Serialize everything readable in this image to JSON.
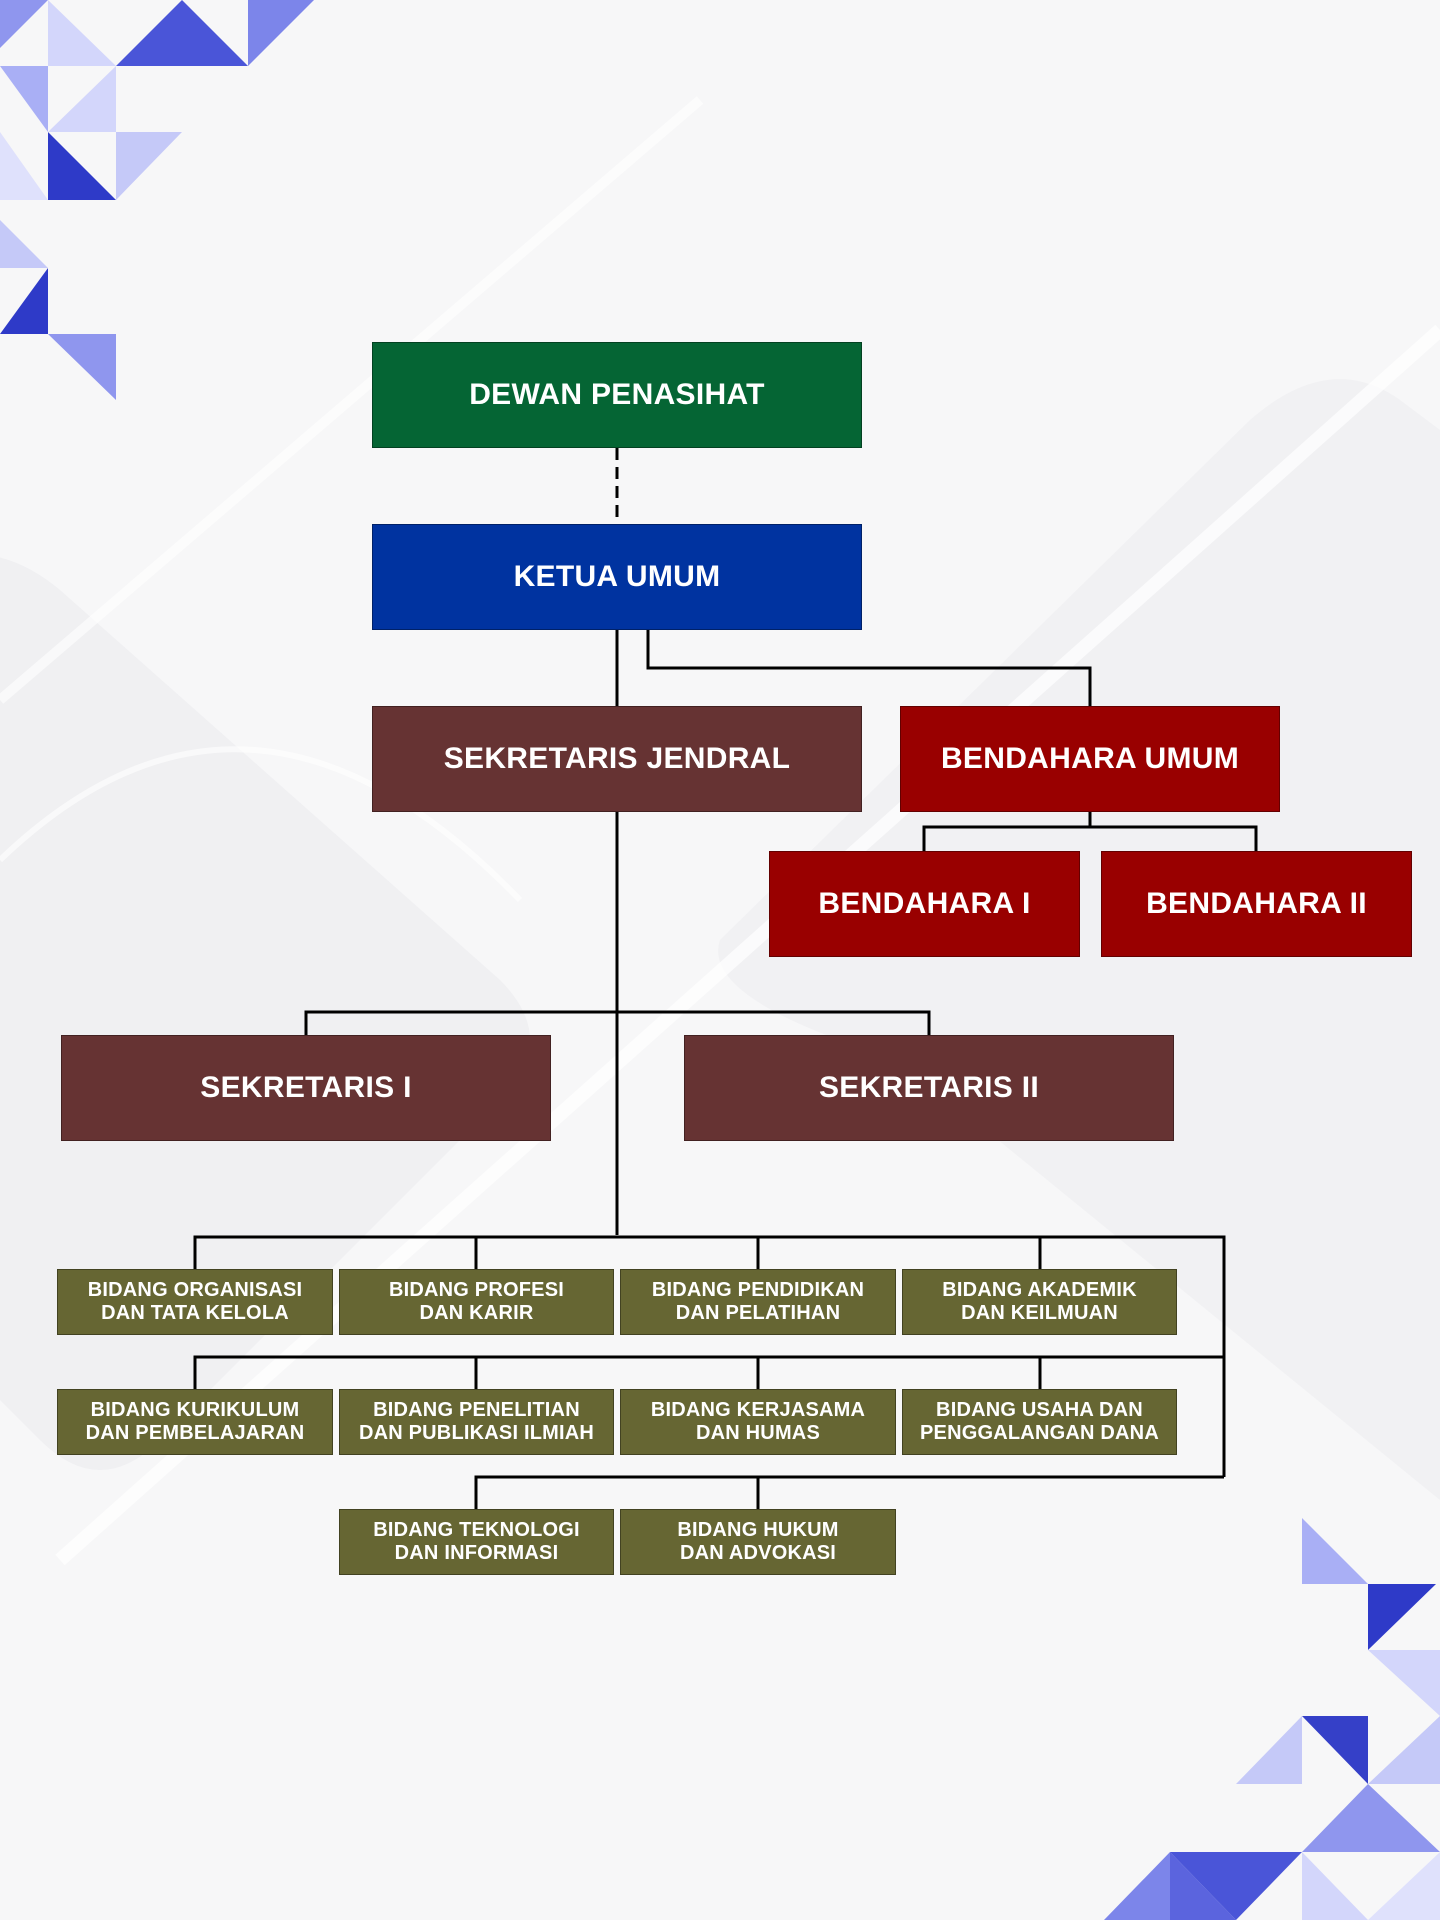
{
  "colors": {
    "dewan": "#056534",
    "ketua": "#0033a0",
    "sekretaris": "#663333",
    "bendahara": "#990000",
    "bidang": "#666633",
    "line": "#000000"
  },
  "org": {
    "dewan_penasihat": "DEWAN PENASIHAT",
    "ketua_umum": "KETUA UMUM",
    "sekretaris_jendral": "SEKRETARIS JENDRAL",
    "bendahara_umum": "BENDAHARA UMUM",
    "bendahara_1": "BENDAHARA I",
    "bendahara_2": "BENDAHARA II",
    "sekretaris_1": "SEKRETARIS I",
    "sekretaris_2": "SEKRETARIS II",
    "bidang": [
      "BIDANG ORGANISASI\nDAN TATA KELOLA",
      "BIDANG PROFESI\nDAN KARIR",
      "BIDANG PENDIDIKAN\nDAN PELATIHAN",
      "BIDANG AKADEMIK\nDAN KEILMUAN",
      "BIDANG KURIKULUM\nDAN PEMBELAJARAN",
      "BIDANG PENELITIAN\nDAN PUBLIKASI ILMIAH",
      "BIDANG KERJASAMA\nDAN HUMAS",
      "BIDANG USAHA DAN\nPENGGALANGAN DANA",
      "BIDANG TEKNOLOGI\nDAN INFORMASI",
      "BIDANG HUKUM\nDAN ADVOKASI"
    ]
  }
}
